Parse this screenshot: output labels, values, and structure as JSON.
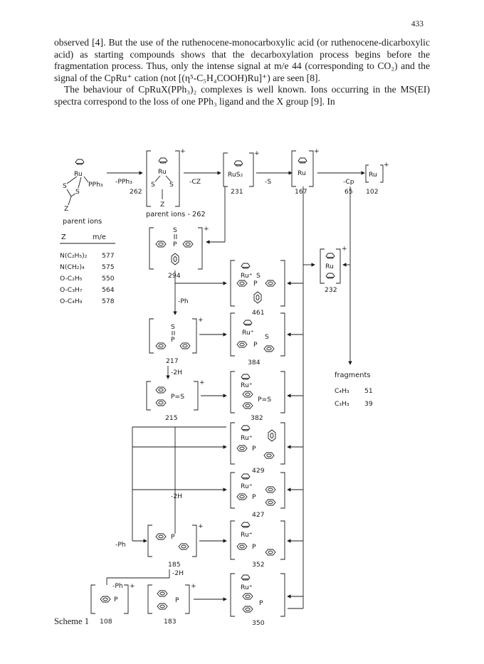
{
  "page_number": "433",
  "paragraphs": {
    "p1": "observed [4]. But the use of the ruthenocene-monocarboxylic acid (or ruthenocene-dicarboxylic acid) as starting compounds shows that the decarboxylation process begins before the fragmentation process. Thus, only the intense signal at m/e 44 (corresponding to CO₂) and the signal of the CpRu⁺ cation (not [(η⁵-C₅H₄COOH)Ru]⁺) are seen [8].",
    "p2": "The behaviour of CpRuX(PPh₃)₂ complexes is well known. Ions occurring in the MS(EI) spectra correspond to the loss of one PPh₃ ligand and the X group [9]. In"
  },
  "scheme": {
    "caption": "Scheme 1",
    "parent_label": "parent ions",
    "parent_ions_label": "parent ions - 262",
    "table_header": {
      "z": "Z",
      "me": "m/e"
    },
    "table_rows": [
      {
        "z": "N(C₂H₅)₂",
        "me": "577"
      },
      {
        "z": "N(CH₂)₄",
        "me": "575"
      },
      {
        "z": "O-C₂H₅",
        "me": "550"
      },
      {
        "z": "O-C₃H₇",
        "me": "564"
      },
      {
        "z": "O-C₄H₉",
        "me": "578"
      }
    ],
    "losses": {
      "pph3": "-PPh₃",
      "cz": "-CZ",
      "s": "-S",
      "cp": "-Cp",
      "ph": "-Ph",
      "h2": "-2H"
    },
    "atoms": {
      "ru": "Ru",
      "rus2": "RuS₂",
      "ru_plus": "Ru⁺",
      "s": "S",
      "p": "P",
      "ps": "P=S",
      "z": "Z",
      "pph3_lig": "PPh₃"
    },
    "masses": {
      "m262": "262",
      "m231": "231",
      "m167": "167",
      "m65": "65",
      "m102": "102",
      "m294": "294",
      "m232": "232",
      "m461": "461",
      "m217": "217",
      "m384": "384",
      "m215": "215",
      "m382": "382",
      "m429": "429",
      "m427": "427",
      "m185": "185",
      "m352": "352",
      "m108": "108",
      "m183": "183",
      "m350": "350"
    },
    "fragments": {
      "title": "fragments",
      "items": [
        {
          "formula": "C₄H₃",
          "me": "51"
        },
        {
          "formula": "C₃H₃",
          "me": "39"
        }
      ]
    },
    "charge": "+"
  }
}
